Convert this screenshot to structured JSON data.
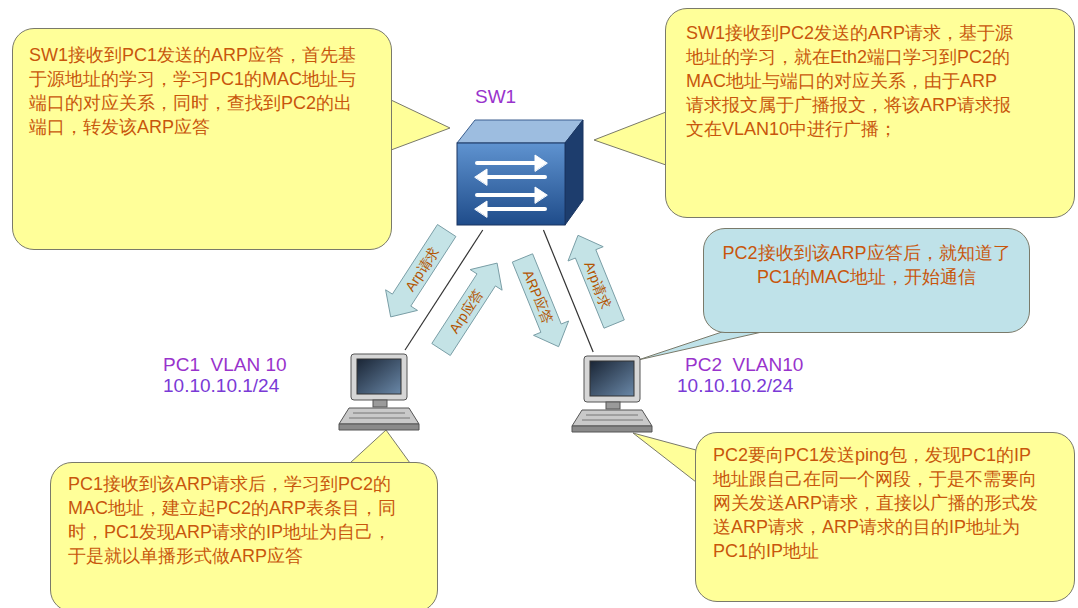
{
  "diagram": {
    "nodes": [
      {
        "text": [
          "SW1接收到PC1发送的ARP应答，首先基于源地址的学习，学习PC1的MAC地址与端口的对应关系，同时，查找到PC2的出端口，转发该ARP应答"
        ]
      },
      {
        "text": [
          "SW1"
        ]
      },
      {
        "text": [
          "SW1接收到PC2发送的ARP请求，基于源地址的学习，就在Eth2端口学习到PC2的MAC地址与端口的对应关系，由于ARP请求报文属于广播报文，将该ARP请求报文在VLAN10中进行广播；"
        ]
      },
      {
        "text": [
          "PC2接收到该ARP应答后，就知道了PC1的MAC地址，开始通信"
        ]
      },
      {
        "text": [
          "PC1  VLAN 10",
          "10.10.10.1/24"
        ]
      },
      {
        "text": [
          "PC2  VLAN10",
          "10.10.10.2/24"
        ]
      },
      {
        "text": [
          "PC1接收到该ARP请求后，学习到PC2的MAC地址，建立起PC2的ARP表条目，同时，PC1发现ARP请求的IP地址为自己，于是就以单播形式做ARP应答"
        ]
      },
      {
        "text": [
          "PC2要向PC1发送ping包，发现PC1的IP 地址跟自己在同一个网段，于是不需要向网关发送ARP请求，直接以广播的形式发送ARP请求，ARP请求的目的IP地址为PC1的IP地址"
        ]
      }
    ],
    "edges": [
      {
        "from": 1,
        "to": 4,
        "arrow": "none"
      },
      {
        "from": 1,
        "to": 5,
        "arrow": "none"
      },
      {
        "from": 1,
        "to": 4,
        "label": "Arp请求",
        "arrow": "to"
      },
      {
        "from": 4,
        "to": 1,
        "label": "Arp应答",
        "arrow": "to"
      },
      {
        "from": 1,
        "to": 5,
        "label": "ARP应答",
        "arrow": "to"
      },
      {
        "from": 5,
        "to": 1,
        "label": "Arp请求",
        "arrow": "to"
      }
    ]
  }
}
